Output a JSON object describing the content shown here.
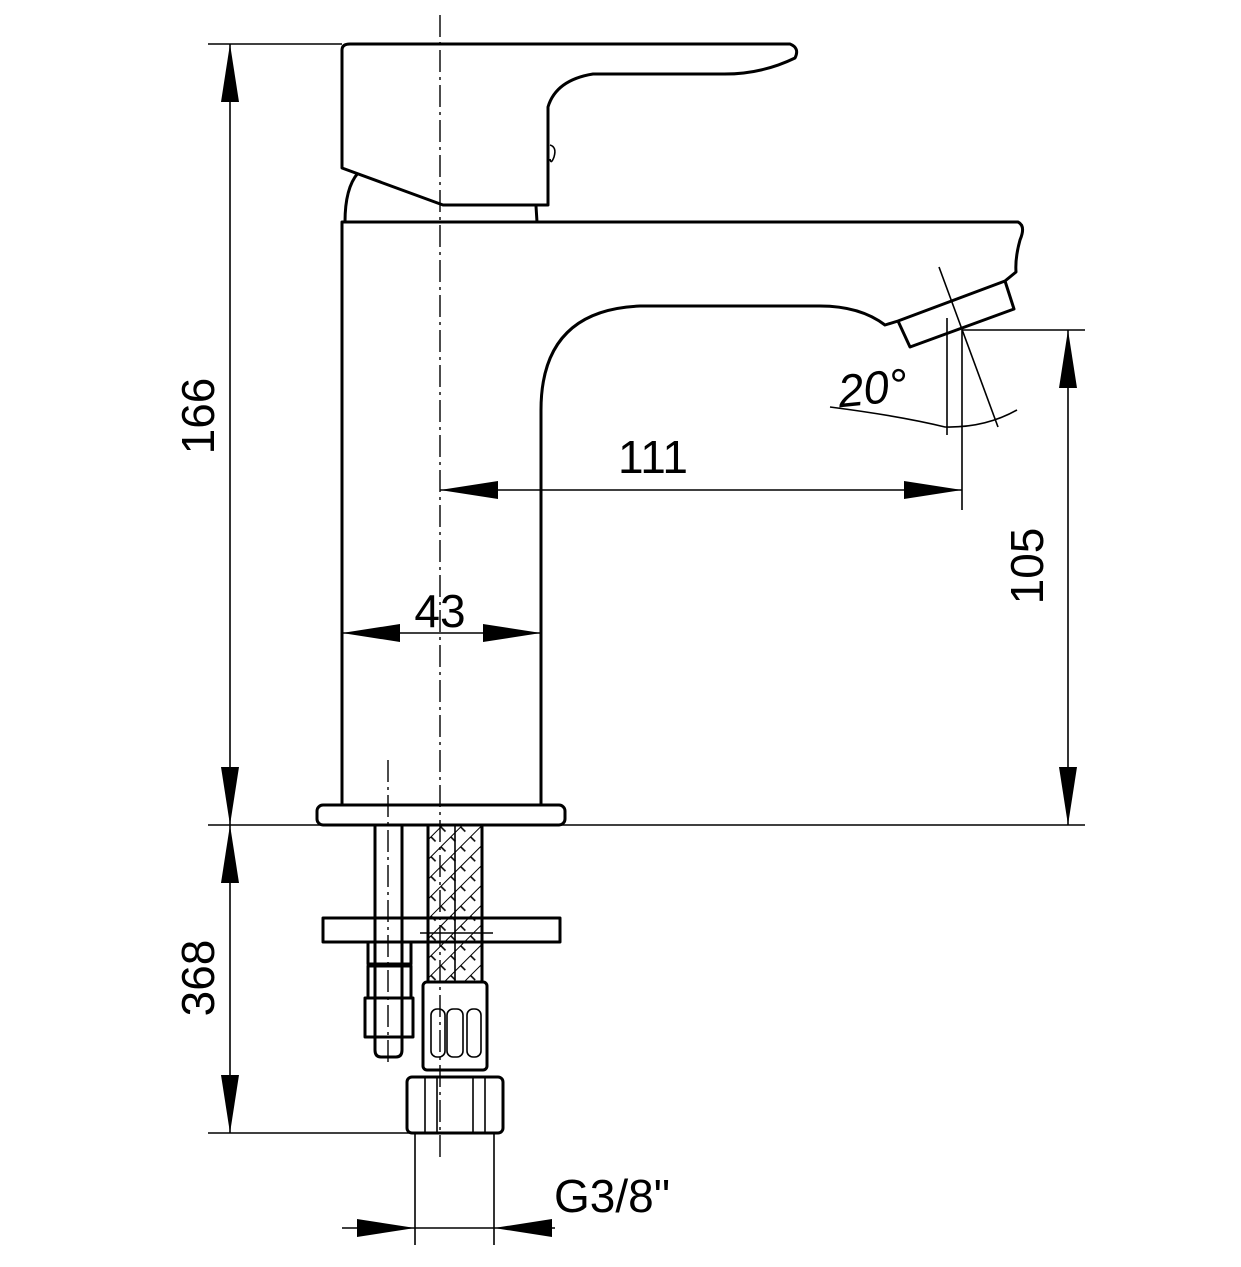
{
  "title": "Basin mixer dimension drawing",
  "dimensions": {
    "total_height": "166",
    "hose_length": "368",
    "spout_reach": "111",
    "body_width": "43",
    "spout_height": "105",
    "spout_angle": "20°",
    "connection_thread": "G3/8\""
  },
  "colors": {
    "line": "#000000",
    "background": "#ffffff"
  }
}
